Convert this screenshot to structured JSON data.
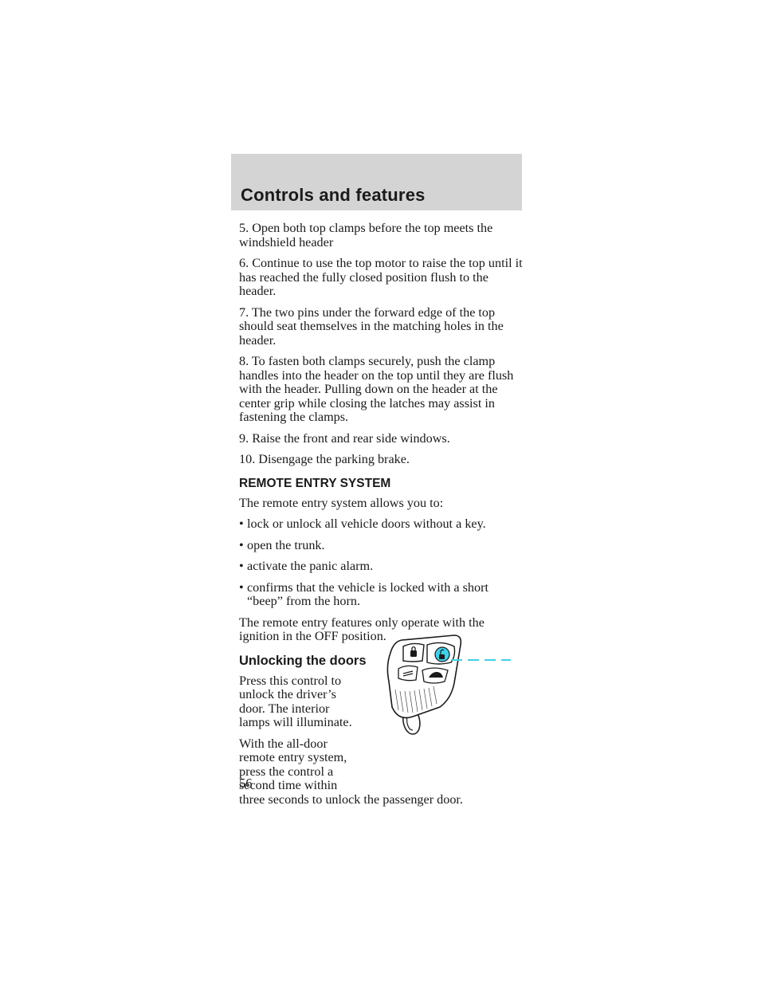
{
  "header": {
    "title": "Controls and features"
  },
  "steps": [
    "5. Open both top clamps before the top meets the windshield header",
    "6. Continue to use the top motor to raise the top until it has reached the fully closed position flush to the header.",
    "7. The two pins under the forward edge of the top should seat themselves in the matching holes in the header.",
    "8. To fasten both clamps securely, push the clamp handles into the header on the top until they are flush with the header. Pulling down on the header at the center grip while closing the latches may assist in fastening the clamps.",
    "9. Raise the front and rear side windows.",
    "10. Disengage the parking brake."
  ],
  "remote_entry": {
    "heading": "REMOTE ENTRY SYSTEM",
    "intro": "The remote entry system allows you to:",
    "bullet_char": "•",
    "bullets": [
      "lock or unlock all vehicle doors without a key.",
      "open the trunk.",
      "activate the panic alarm.",
      "confirms that the vehicle is locked with a short “beep” from the horn."
    ],
    "note": "The remote entry features only operate with the ignition in the OFF position."
  },
  "unlocking": {
    "heading": "Unlocking the doors",
    "para1": "Press this control to unlock the driver’s door. The interior lamps will illuminate.",
    "para2_main": "With the all-door remote entry system, press the control a second time within",
    "para2_end": "three seconds to unlock the passenger door."
  },
  "illustration": {
    "icon": "keyless-remote-fob-icon",
    "callout_color": "#3fd0e8"
  },
  "page_number": "56"
}
